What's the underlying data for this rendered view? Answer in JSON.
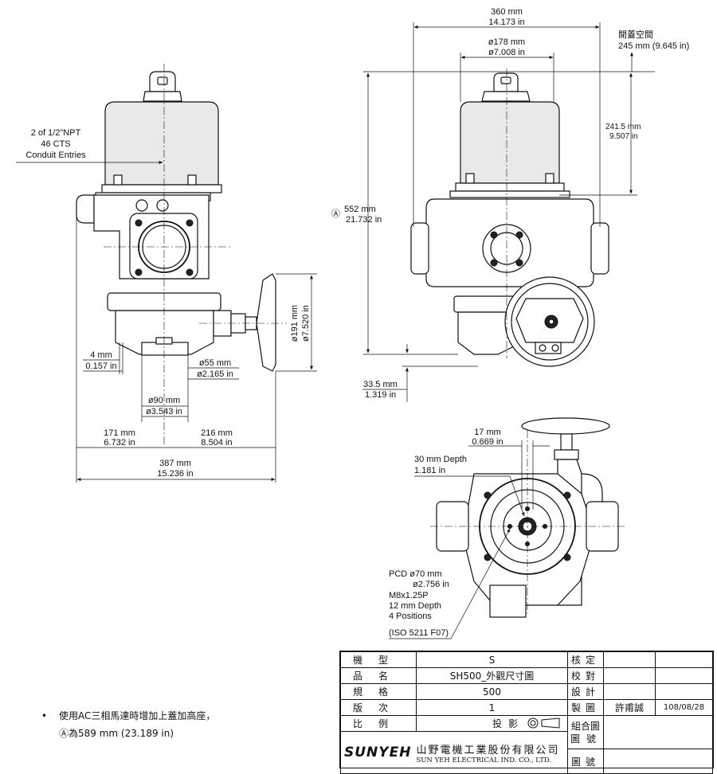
{
  "side_view": {
    "conduit_note": [
      "2 of 1/2\"NPT",
      "46 CTS",
      "Conduit Entries"
    ],
    "dim_4": [
      "4 mm",
      "0.157 in"
    ],
    "dim_55": [
      "ø55 mm",
      "ø2.165 in"
    ],
    "dim_90": [
      "ø90 mm",
      "ø3.543 in"
    ],
    "dim_191": [
      "ø191 mm",
      "ø7.520 in"
    ],
    "dim_171": [
      "171 mm",
      "6.732 in"
    ],
    "dim_216": [
      "216 mm",
      "8.504 in"
    ],
    "dim_387": [
      "387 mm",
      "15.236 in"
    ]
  },
  "front_view": {
    "dim_360": [
      "360 mm",
      "14.173 in"
    ],
    "dim_178": [
      "ø178 mm",
      "ø7.008 in"
    ],
    "cover_clearance": [
      "開蓋空間",
      "245 mm (9.645 in)"
    ],
    "dim_241": [
      "241.5 mm",
      "9.507 in"
    ],
    "dim_552": [
      "Ⓐ",
      "552 mm",
      "21.732 in"
    ],
    "dim_33": [
      "33.5 mm",
      "1.319 in"
    ]
  },
  "bottom_view": {
    "dim_17": [
      "17 mm",
      "0.669 in"
    ],
    "depth_30": [
      "30 mm Depth",
      "1.181 in"
    ],
    "pcd_note": [
      "PCD ø70 mm",
      "ø2.756 in",
      "M8x1.25P",
      "12 mm Depth",
      "4 Positions",
      "(ISO 5211 F07)"
    ]
  },
  "footnote": {
    "bullet": "•",
    "line1": "使用AC三相馬達時增加上蓋加高座，",
    "line2": "Ⓐ為589 mm (23.189 in)"
  },
  "title_block": {
    "model_label": "機型",
    "model_value": "S",
    "approve_label": "核定",
    "product_label": "品名",
    "product_value": "SH500_外觀尺寸圖",
    "check_label": "校對",
    "spec_label": "規格",
    "spec_value": "500",
    "design_label": "設計",
    "version_label": "版次",
    "version_value": "1",
    "drawn_label": "製圖",
    "drawn_by": "許甫誠",
    "date": "108/08/28",
    "scale_label": "比例",
    "projection_label": "投影",
    "assembly_label": [
      "組合圖",
      "圖號"
    ],
    "logo": "SUNYEH",
    "company_cn": "山野電機工業股份有限公司",
    "company_en": "SUN YEH ELECTRICAL IND. CO., LTD.",
    "drawing_no_label": "圖號"
  }
}
